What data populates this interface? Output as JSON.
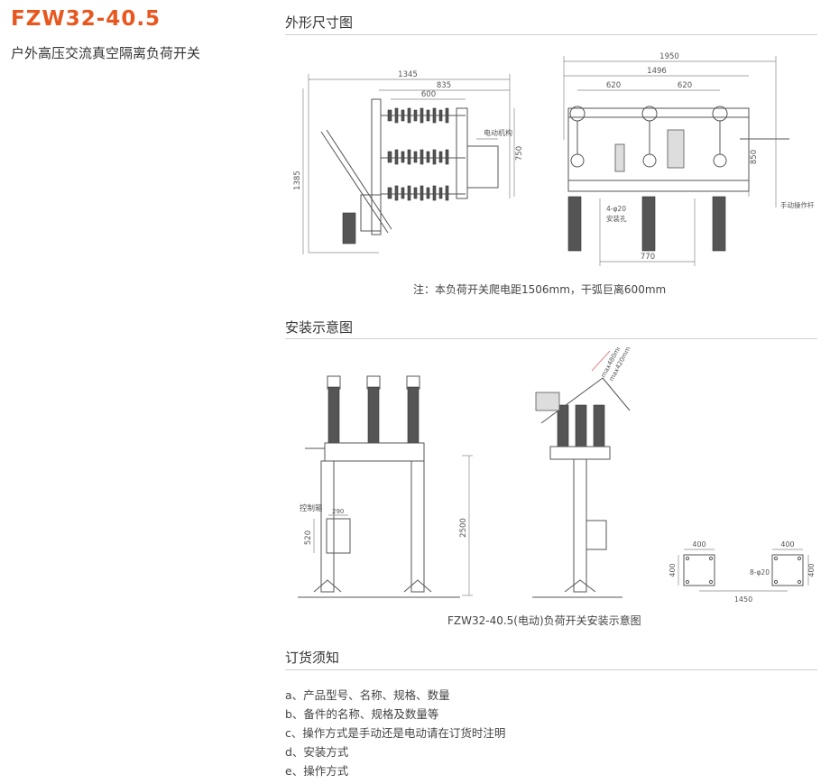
{
  "product": {
    "model": "FZW32-40.5",
    "name": "户外高压交流真空隔离负荷开关"
  },
  "sections": {
    "dimensions": "外形尺寸图",
    "installation": "安装示意图",
    "ordering": "订货须知"
  },
  "dimension_drawing": {
    "dims": {
      "d1345": "1345",
      "d835": "835",
      "d600": "600",
      "d1385": "1385",
      "d750": "750",
      "d1950": "1950",
      "d1496": "1496",
      "d620a": "620",
      "d620b": "620",
      "d850": "850",
      "d770": "770"
    },
    "labels": {
      "motor": "电动机构",
      "holes_a": "4-φ20",
      "holes_b": "安装孔",
      "handle": "手动操作杆"
    },
    "note": "注：本负荷开关爬电距1506mm，干弧巨离600mm"
  },
  "installation_drawing": {
    "labels": {
      "control_box": "控制箱",
      "d290": "290",
      "d520": "520",
      "d2500": "2500",
      "max480": "max480mm",
      "max420": "max420mm",
      "d400a": "400",
      "d400b": "400",
      "d400c": "400",
      "d400d": "400",
      "holes8": "8-φ20",
      "d1450": "1450"
    },
    "caption": "FZW32-40.5(电动)负荷开关安装示意图"
  },
  "ordering_items": [
    "a、产品型号、名称、规格、数量",
    "b、备件的名称、规格及数量等",
    "c、操作方式是手动还是电动请在订货时注明",
    "d、安装方式",
    "e、操作方式"
  ]
}
